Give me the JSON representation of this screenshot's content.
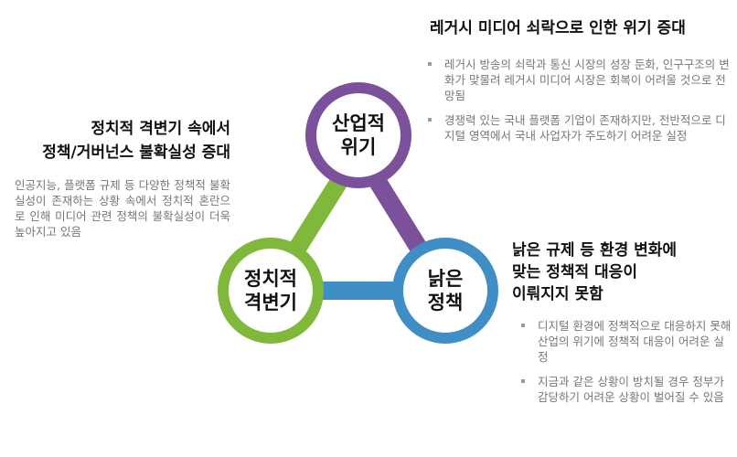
{
  "colors": {
    "industry_crisis": "#7c519c",
    "political_turmoil": "#7fb83a",
    "outdated_policy": "#3f8fc6",
    "connector": "#7c519c"
  },
  "nodes": {
    "industry_crisis": {
      "line1": "산업적",
      "line2": "위기"
    },
    "political_turmoil": {
      "line1": "정치적",
      "line2": "격변기"
    },
    "outdated_policy": {
      "line1": "낡은",
      "line2": "정책"
    }
  },
  "top_right": {
    "title": "레거시 미디어 쇠락으로 인한 위기 증대",
    "bullets": [
      "레거시 방송의 쇠락과 통신 시장의 성장 둔화, 인구구조의 변화가 맞물려 레거시 미디어 시장은 회복이 어려울 것으로 전망됨",
      "경쟁력 있는 국내 플랫폼 기업이 존재하지만, 전반적으로 디지털 영역에서 국내 사업자가 주도하기 어려운 실정"
    ]
  },
  "left": {
    "title_line1": "정치적 격변기 속에서",
    "title_line2": "정책/거버넌스 불확실성 증대",
    "body": "인공지능, 플랫폼 규제 등 다양한 정책적 불확실성이 존재하는 상황 속에서 정치적 혼란으로 인해 미디어 관련 정책의 불확실성이 더욱 높아지고 있음"
  },
  "bottom_right": {
    "title_line1": "낡은 규제 등 환경 변화에",
    "title_line2": "맞는 정책적 대응이",
    "title_line3": "이뤄지지 못함",
    "bullets": [
      "디지털 환경에 정책적으로 대응하지 못해 산업의 위기에 정책적 대응이 어려운 실정",
      "지금과 같은 상황이 방치될 경우 정부가 감당하기 어려운 상황이 벌어질 수 있음"
    ]
  }
}
